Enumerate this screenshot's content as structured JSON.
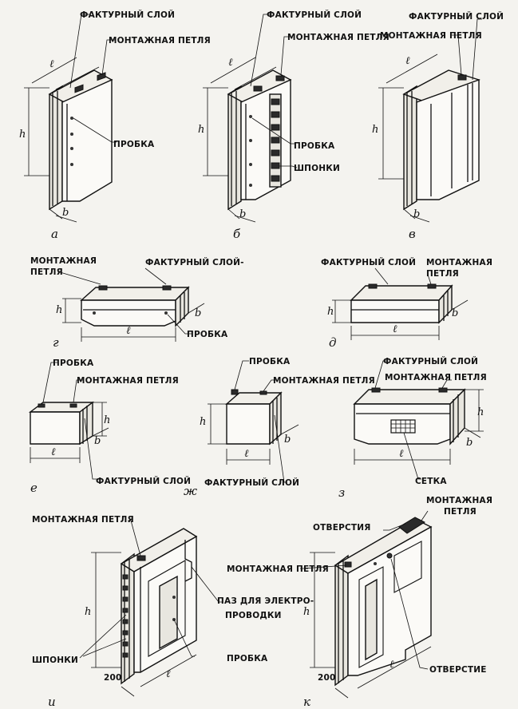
{
  "labels": {
    "facing_layer": "ФАКТУРНЫЙ СЛОЙ",
    "facing_layer_dash": "ФАКТУРНЫЙ СЛОЙ-",
    "mounting_loop": "МОНТАЖНАЯ ПЕТЛЯ",
    "mounting_word": "МОНТАЖНАЯ",
    "loop_word": "ПЕТЛЯ",
    "plug": "ПРОБКА",
    "keys": "ШПОНКИ",
    "mesh": "СЕТКА",
    "holes": "ОТВЕРСТИЯ",
    "hole": "ОТВЕРСТИЕ",
    "groove_line1": "ПАЗ ДЛЯ ЭЛЕКТРО-",
    "groove_line2": "ПРОВОДКИ"
  },
  "dims": {
    "length": "ℓ",
    "height": "h",
    "width": "b",
    "thickness": "200"
  },
  "letters": [
    "а",
    "б",
    "в",
    "г",
    "д",
    "е",
    "ж",
    "з",
    "и",
    "к"
  ]
}
